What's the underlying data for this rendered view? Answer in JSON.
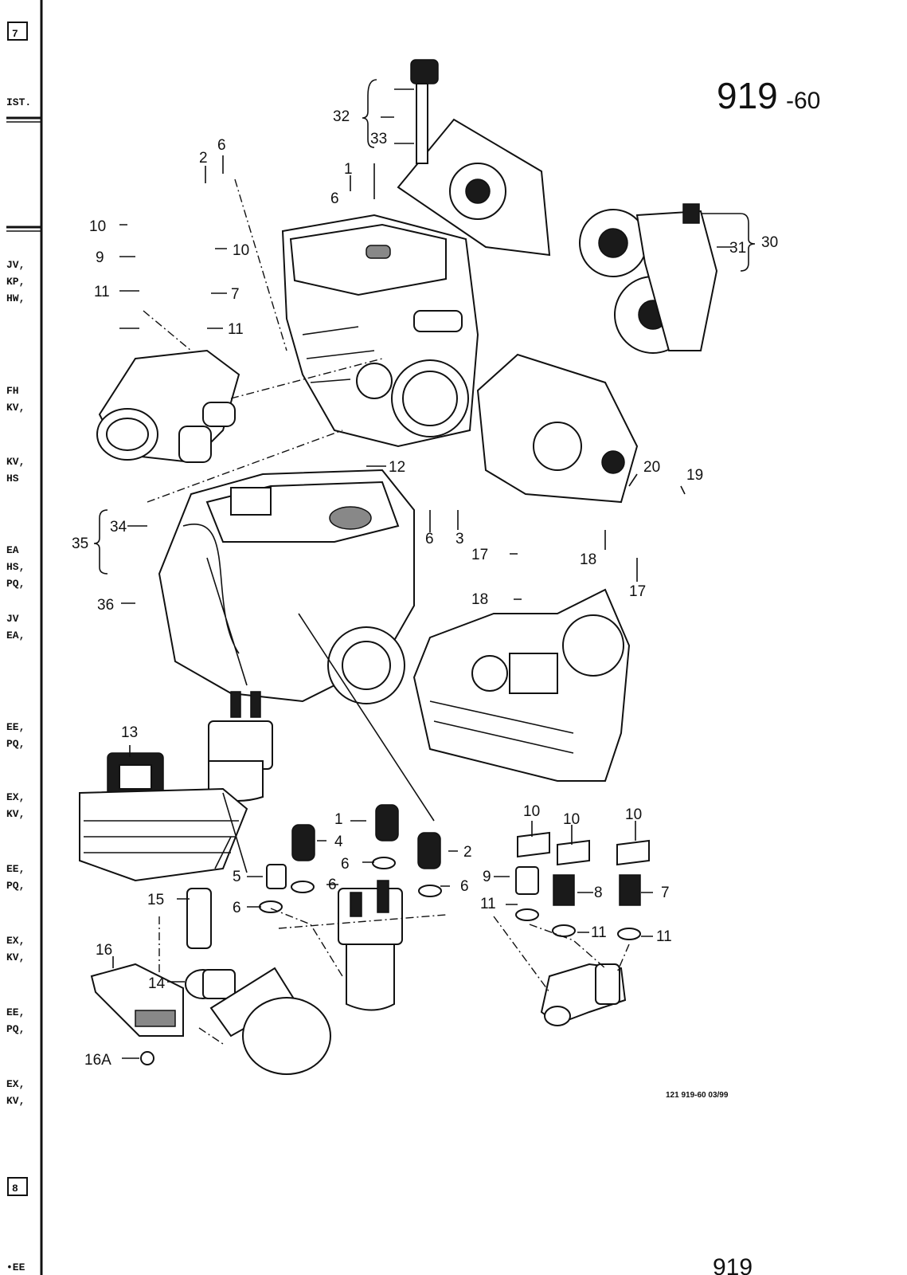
{
  "page": {
    "title_main": "919",
    "title_suffix": "-60",
    "footer": "121   919-60   03/99",
    "bottom_fragment": "919",
    "box_top": "7",
    "box_bottom": "8"
  },
  "sidebar": {
    "tab_text": "IST.",
    "bottom_text": "•EE",
    "codes": [
      "JV,",
      "KP,",
      "HW,",
      "FH",
      "KV,",
      "KV,",
      "HS",
      "EA",
      "HS,",
      "PQ,",
      "JV",
      "EA,",
      "EE,",
      "PQ,",
      "EX,",
      "KV,",
      "EE,",
      "PQ,",
      "EX,",
      "KV,",
      "EE,",
      "PQ,",
      "EX,",
      "KV,"
    ]
  },
  "callouts": [
    "1",
    "2",
    "3",
    "4",
    "5",
    "6",
    "7",
    "8",
    "9",
    "10",
    "11",
    "12",
    "13",
    "14",
    "15",
    "16",
    "16A",
    "17",
    "18",
    "19",
    "20",
    "30",
    "31",
    "32",
    "33",
    "34",
    "35",
    "36"
  ]
}
